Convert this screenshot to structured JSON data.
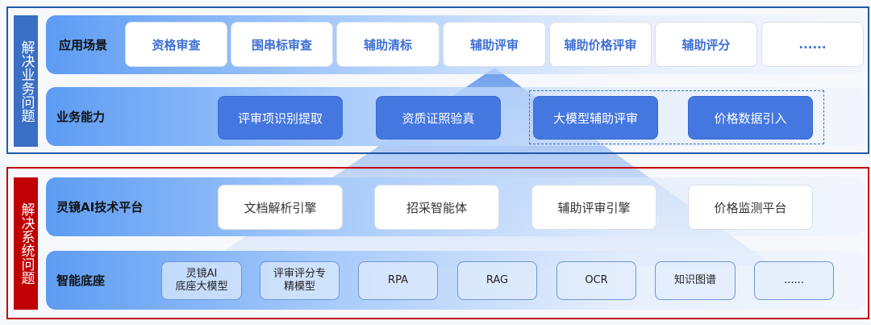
{
  "top": {
    "label": "解决业务问题",
    "rows": [
      {
        "label": "应用场景",
        "items": [
          "资格审查",
          "围串标审查",
          "辅助清标",
          "辅助评审",
          "辅助价格评审",
          "辅助评分",
          "......"
        ]
      },
      {
        "label": "业务能力",
        "items": [
          "评审项识别提取",
          "资质证照验真",
          "大模型辅助评审",
          "价格数据引入"
        ]
      }
    ]
  },
  "bottom": {
    "label": "解决系统问题",
    "rows": [
      {
        "label": "灵镜AI技术平台",
        "items": [
          "文档解析引擎",
          "招采智能体",
          "辅助评审引擎",
          "价格监测平台"
        ]
      },
      {
        "label": "智能底座",
        "items": [
          "灵镜AI\n底座大模型",
          "评审评分专\n精模型",
          "RPA",
          "RAG",
          "OCR",
          "知识图谱",
          "......"
        ]
      }
    ]
  },
  "colors": {
    "blue": "#1f5aa6",
    "red": "#c00000",
    "accent": "#4477e0"
  }
}
